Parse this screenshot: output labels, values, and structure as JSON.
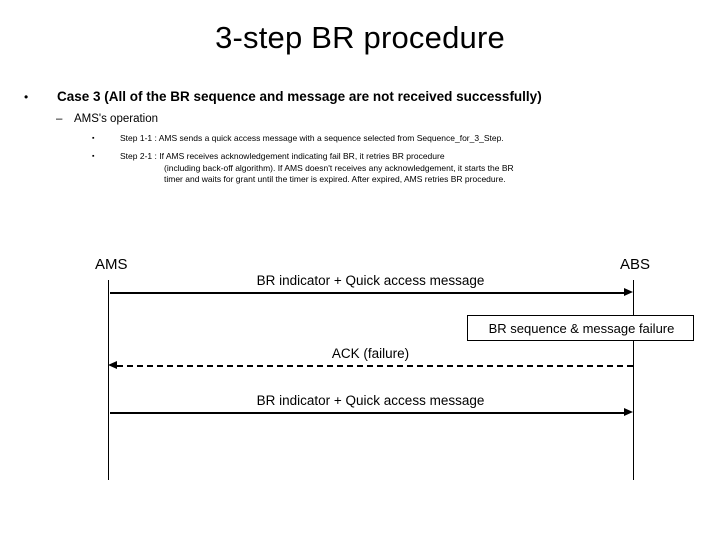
{
  "slide": {
    "title": "3-step BR procedure"
  },
  "bullets": {
    "level1": {
      "marker": "•",
      "text": "Case 3 (All of the BR sequence and message are not received successfully)"
    },
    "level2": {
      "marker": "–",
      "text": "AMS's operation"
    },
    "level3": [
      {
        "marker": "▪",
        "text": "Step 1-1 : AMS sends a quick access message with a sequence selected from Sequence_for_3_Step.",
        "continuation": []
      },
      {
        "marker": "▪",
        "text": "Step 2-1 : If AMS receives acknowledgement indicating fail BR, it retries BR procedure",
        "continuation": [
          "(including back-off  algorithm). If AMS doesn't receives any acknowledgement, it starts the BR",
          "timer and waits for grant until the timer is expired. After expired, AMS retries BR procedure."
        ]
      }
    ]
  },
  "diagram": {
    "type": "sequence-diagram",
    "actors": [
      {
        "name": "AMS",
        "label": "AMS"
      },
      {
        "name": "ABS",
        "label": "ABS"
      }
    ],
    "messages": [
      {
        "label": "BR indicator + Quick access message",
        "direction": "AMS-to-ABS",
        "style": "solid"
      },
      {
        "label": "ACK (failure)",
        "direction": "ABS-to-AMS",
        "style": "dashed"
      },
      {
        "label": "BR indicator + Quick access message",
        "direction": "AMS-to-ABS",
        "style": "solid"
      }
    ],
    "notes": [
      {
        "label": "BR sequence & message failure",
        "attached_to": "ABS"
      }
    ],
    "colors": {
      "line": "#000000",
      "text": "#000000",
      "background": "#ffffff"
    }
  }
}
